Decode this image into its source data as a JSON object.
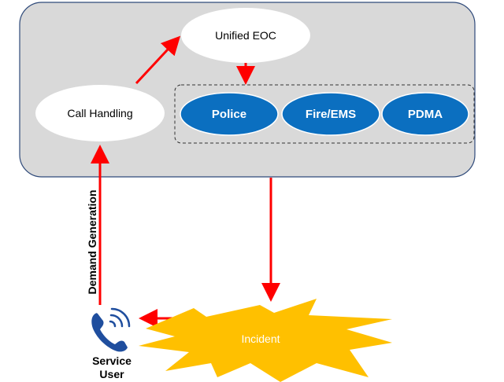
{
  "nodes": {
    "unified_eoc": "Unified EOC",
    "call_handling": "Call Handling",
    "police": "Police",
    "fire_ems": "Fire/EMS",
    "pdma": "PDMA",
    "incident": "Incident",
    "service_user_line1": "Service",
    "service_user_line2": "User"
  },
  "edges": {
    "demand_generation": "Demand Generation"
  },
  "colors": {
    "container_fill": "#d9d9d9",
    "container_stroke": "#2f4a7a",
    "agency_fill": "#0b6fc0",
    "arrow": "#ff0000",
    "incident_fill": "#ffc000",
    "phone_icon": "#1f4e9e"
  },
  "icons": [
    "phone-icon",
    "incident-burst"
  ]
}
